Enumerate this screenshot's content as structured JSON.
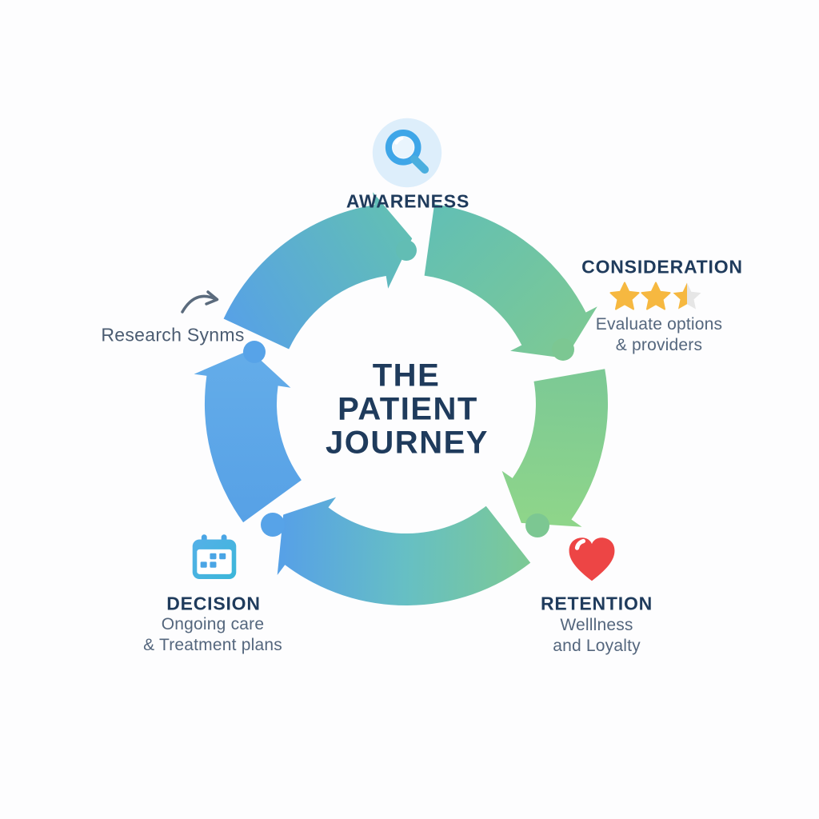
{
  "diagram": {
    "title_line1": "THE",
    "title_line2": "PATIENT",
    "title_line3": "JOURNEY"
  },
  "stages": {
    "awareness": {
      "label": "AWARENESS",
      "icon": "magnifier-icon"
    },
    "consideration": {
      "label": "CONSIDERATION",
      "icon": "star-rating-icon",
      "desc1": "Evaluate options",
      "desc2": "& providers",
      "rating_stars_filled": 2.5,
      "rating_stars_total": 3
    },
    "retention": {
      "label": "RETENTION",
      "icon": "heart-icon",
      "desc1": "Welllness",
      "desc2": "and Loyalty"
    },
    "decision": {
      "label": "DECISION",
      "icon": "calendar-icon",
      "desc1": "Ongoing care",
      "desc2": "& Treatment plans"
    },
    "research": {
      "label": "Research Synms",
      "icon": "curved-arrow-icon"
    }
  },
  "colors": {
    "navy_text": "#1f3b5c",
    "gray_text": "#54667d",
    "arc_blue": "#57a1e6",
    "arc_blue_light": "#63ace9",
    "arc_teal": "#62bfb4",
    "arc_green": "#7cc995",
    "arc_green_light": "#8ed58a",
    "arc_bottom_mid_teal": "#66bfc4",
    "dot_blue": "#57a3e8",
    "dot_teal": "#62bdb4",
    "dot_green": "#7cc792",
    "magnifier_blue": "#3ea6e8",
    "magnifier_handle": "#4aaede",
    "magnifier_bg": "#ddeefb",
    "magnifier_lens": "#e9f5fd",
    "star_gold": "#f6b840",
    "star_gray": "#e6e6e6",
    "heart_red": "#ed4545",
    "calendar_blue": "#55b0e8",
    "calendar_teal": "#3bb7d9",
    "calendar_square": "#4aa5e5",
    "research_arrow": "#5b6b7d"
  }
}
